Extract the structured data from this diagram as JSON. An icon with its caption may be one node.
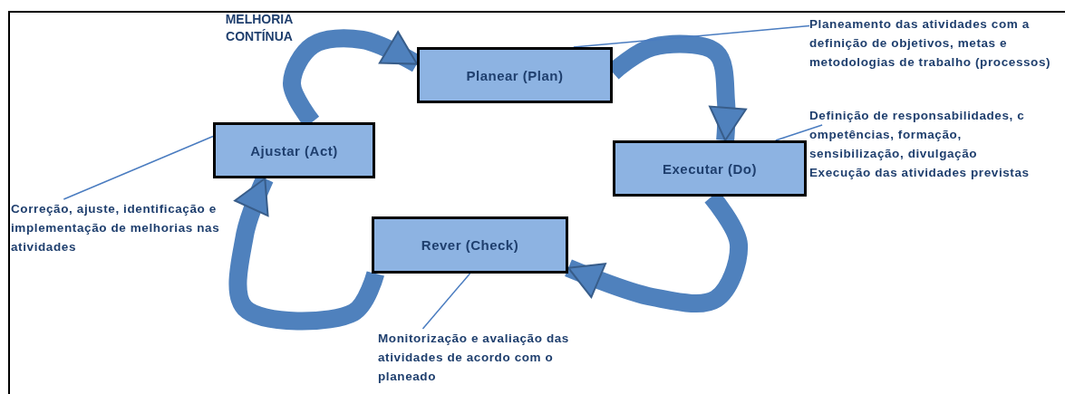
{
  "diagram": {
    "nodes": [
      {
        "text": [
          "Planear (Plan)"
        ]
      },
      {
        "text": [
          "Executar (Do)"
        ]
      },
      {
        "text": [
          "Rever (Check)"
        ]
      },
      {
        "text": [
          "Ajustar (Act)"
        ]
      },
      {
        "text": [
          "Planeamento das atividades com a definição de objetivos, metas e metodologias de trabalho (processos)"
        ]
      },
      {
        "text": [
          "Definição de responsabilidades, c ompetências, formação, sensibilização, divulgação",
          "Execução das atividades previstas"
        ]
      },
      {
        "text": [
          "Monitorização e avaliação das atividades de acordo com o planeado"
        ]
      },
      {
        "text": [
          "Correção, ajuste, identificação e implementação de melhorias nas atividades"
        ]
      }
    ],
    "edges": [
      {
        "from": 3,
        "to": 0,
        "arrow": "to",
        "style": "thick"
      },
      {
        "from": 0,
        "to": 1,
        "arrow": "to",
        "style": "thick"
      },
      {
        "from": 1,
        "to": 2,
        "arrow": "to",
        "style": "thick"
      },
      {
        "from": 2,
        "to": 3,
        "arrow": "to",
        "style": "thick"
      },
      {
        "from": 4,
        "to": 0,
        "arrow": "none"
      },
      {
        "from": 5,
        "to": 1,
        "arrow": "none"
      },
      {
        "from": 6,
        "to": 2,
        "arrow": "none"
      },
      {
        "from": 7,
        "to": 3,
        "arrow": "none"
      }
    ],
    "labels": [
      "MELHORIA CONTÍNUA"
    ]
  }
}
